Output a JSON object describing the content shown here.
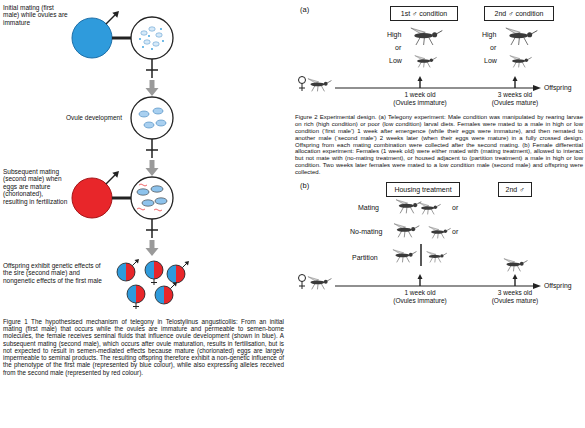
{
  "diagram": {
    "nodes": [
      {
        "text": [
          "Initial mating (first male) while ovules are immature"
        ]
      },
      {
        "text": [
          "Ovule development"
        ]
      },
      {
        "text": [
          "Subsequent mating (second male) when eggs are mature (chorionated), resulting in fertilization"
        ]
      },
      {
        "text": [
          "Offspring exhibit genetic effects of the sire (second male) and nongenetic effects of the first male"
        ]
      },
      {
        "text": [
          "1st ♂ condition"
        ]
      },
      {
        "text": [
          "2nd ♂ condition"
        ]
      },
      {
        "text": [
          "Housing treatment"
        ]
      },
      {
        "text": [
          "2nd ♂"
        ]
      }
    ],
    "edges": [
      {
        "from": 0,
        "to": 1,
        "arrow": "to"
      },
      {
        "from": 1,
        "to": 2,
        "arrow": "to"
      },
      {
        "from": 2,
        "to": 3,
        "arrow": "to"
      }
    ],
    "labels": [
      "Figure 1 The hypothesised mechanism of telegony in Telostylinus angusticollis: From an initial mating (first male) that occurs while the ovules are immature and permeable to semen-borne molecules, the female receives seminal fluids that influence ovule development (shown in blue). A subsequent mating (second male), which occurs after ovule maturation, results in fertilisation, but is not expected to result in semen-mediated effects because mature (chorionated) eggs are largely impermeable to seminal products. The resulting offspring therefore exhibit a non-genetic influence of the phenotype of the first male (represented by blue colour), while also expressing alleles received from the second male (represented by red colour).",
      "(a)",
      "High",
      "or",
      "Low",
      "High",
      "or",
      "Low",
      "1 week old",
      "(Ovules immature)",
      "3 weeks old",
      "(Ovules mature)",
      "Offspring",
      "Figure 2 Experimental design. (a) Telegony experiment: Male condition was manipulated by rearing larvae on rich (high condition) or poor (low condition) larval diets. Females were mated to a male in high or low condition (‘first male’) 1 week after emergence (while their eggs were immature), and then remated to another male (‘second male’) 2 weeks later (when their eggs were mature) in a fully crossed design. Offspring from each mating combination were collected after the second mating. (b) Female differential allocation experiment: Females (1 week old) were either mated with (mating treatment), allowed to interact but not mate with (no-mating treatment), or housed adjacent to (partition treatment) a male in high or low condition. Two weeks later females were mated to a low condition male (second male) and offspring were collected.",
      "(b)",
      "Mating",
      "or",
      "No-mating",
      "or",
      "Partition",
      "1 week old",
      "(Ovules immature)",
      "3 weeks old",
      "(Ovules mature)",
      "Offspring"
    ]
  }
}
